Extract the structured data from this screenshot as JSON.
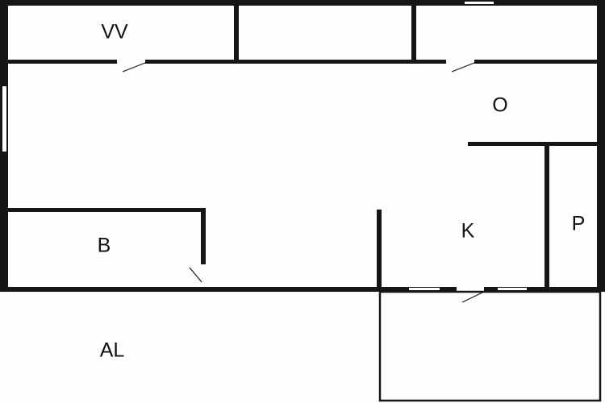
{
  "floor_plan": {
    "rooms": {
      "vv": "VV",
      "o": "O",
      "b": "B",
      "k": "K",
      "p": "P",
      "al": "AL"
    },
    "colors": {
      "wall": "#161616",
      "background": "#fefefd"
    }
  }
}
